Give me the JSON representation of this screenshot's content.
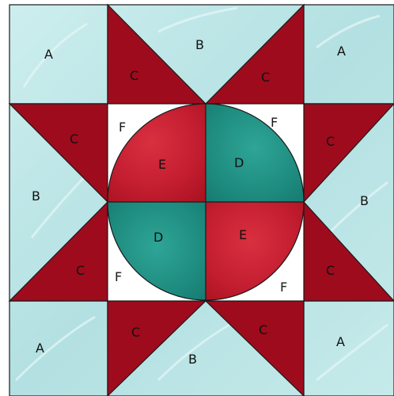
{
  "colors": {
    "background_fabric": "#b9e4e6",
    "background_fabric_light": "#d6f0f0",
    "star_points": "#9e0b1d",
    "center_square": "#ffffff",
    "circle_red": "#c61f34",
    "circle_teal": "#1f8e83"
  },
  "labels": {
    "corner_top_left": "A",
    "corner_top_right": "A",
    "corner_bottom_left": "A",
    "corner_bottom_right": "A",
    "side_top": "B",
    "side_left": "B",
    "side_right": "B",
    "side_bottom": "B",
    "point_top_left": "C",
    "point_top_right": "C",
    "point_left_top": "C",
    "point_left_bottom": "C",
    "point_right_top": "C",
    "point_right_bottom": "C",
    "point_bottom_left": "C",
    "point_bottom_right": "C",
    "quarter_top_left": "E",
    "quarter_top_right": "D",
    "quarter_bottom_left": "D",
    "quarter_bottom_right": "E",
    "fill_top_left": "F",
    "fill_top_right": "F",
    "fill_bottom_left": "F",
    "fill_bottom_right": "F"
  }
}
